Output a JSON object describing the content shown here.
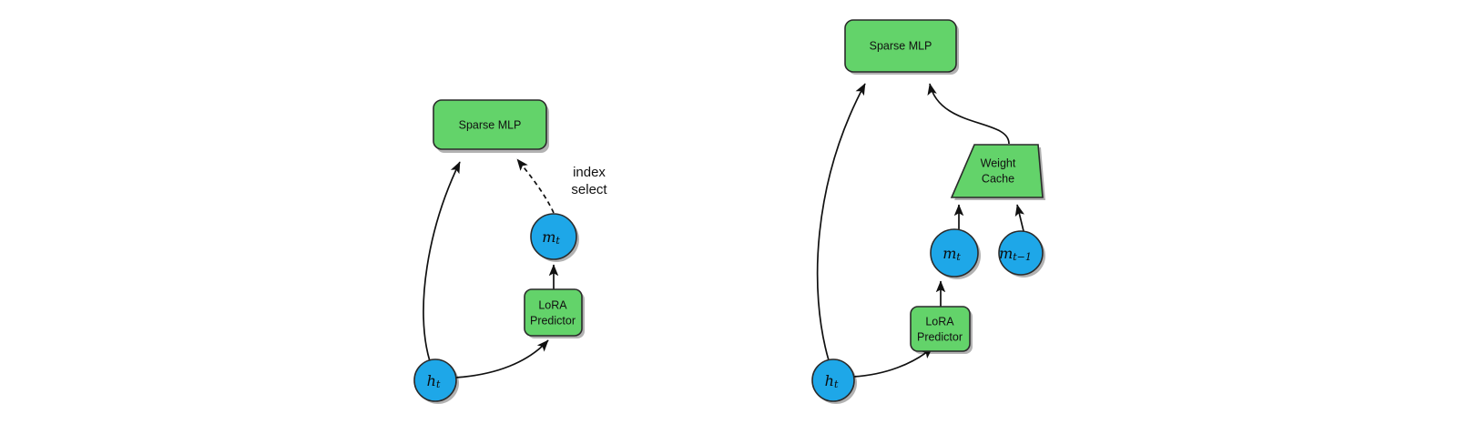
{
  "figure": {
    "title": "",
    "background_color": "#ffffff",
    "palette": {
      "node_green": "#63d36a",
      "node_blue": "#1ea7e8",
      "stroke": "#2b2b2b",
      "edge": "#111111",
      "text": "#111111"
    }
  },
  "panels": [
    {
      "id": "left-panel",
      "name": "lora-index-select-panel",
      "nodes": [
        {
          "id": "l-sparse-mlp",
          "type": "rounded-rect",
          "label": "Sparse MLP",
          "color": "#63d36a"
        },
        {
          "id": "l-mt",
          "type": "circle",
          "label_main": "m",
          "label_sub": "t",
          "color": "#1ea7e8"
        },
        {
          "id": "l-lora-predictor",
          "type": "rounded-rect",
          "label_line1": "LoRA",
          "label_line2": "Predictor",
          "color": "#63d36a"
        },
        {
          "id": "l-ht",
          "type": "circle",
          "label_main": "h",
          "label_sub": "t",
          "color": "#1ea7e8"
        }
      ],
      "annotations": [
        {
          "id": "l-index-select",
          "line1": "index",
          "line2": "select"
        }
      ],
      "edges": [
        {
          "from": "l-ht",
          "to": "l-sparse-mlp",
          "style": "solid-curved",
          "arrow": true
        },
        {
          "from": "l-ht",
          "to": "l-lora-predictor",
          "style": "solid-curved",
          "arrow": true
        },
        {
          "from": "l-lora-predictor",
          "to": "l-mt",
          "style": "solid-straight",
          "arrow": true
        },
        {
          "from": "l-mt",
          "to": "l-sparse-mlp",
          "style": "dashed-curved",
          "arrow": true,
          "label": "index select"
        }
      ]
    },
    {
      "id": "right-panel",
      "name": "weight-cache-panel",
      "nodes": [
        {
          "id": "r-sparse-mlp",
          "type": "rounded-rect",
          "label": "Sparse MLP",
          "color": "#63d36a"
        },
        {
          "id": "r-weight-cache",
          "type": "trapezoid",
          "label_line1": "Weight",
          "label_line2": "Cache",
          "color": "#63d36a"
        },
        {
          "id": "r-mt",
          "type": "circle",
          "label_main": "m",
          "label_sub": "t",
          "color": "#1ea7e8"
        },
        {
          "id": "r-mt-minus-1",
          "type": "circle",
          "label_main": "m",
          "label_sub": "t−1",
          "color": "#1ea7e8"
        },
        {
          "id": "r-lora-predictor",
          "type": "rounded-rect",
          "label_line1": "LoRA",
          "label_line2": "Predictor",
          "color": "#63d36a"
        },
        {
          "id": "r-ht",
          "type": "circle",
          "label_main": "h",
          "label_sub": "t",
          "color": "#1ea7e8"
        }
      ],
      "annotations": [],
      "edges": [
        {
          "from": "r-ht",
          "to": "r-sparse-mlp",
          "style": "solid-curved",
          "arrow": true
        },
        {
          "from": "r-ht",
          "to": "r-lora-predictor",
          "style": "solid-curved",
          "arrow": true
        },
        {
          "from": "r-lora-predictor",
          "to": "r-mt",
          "style": "solid-straight",
          "arrow": true
        },
        {
          "from": "r-mt",
          "to": "r-weight-cache",
          "style": "solid-straight",
          "arrow": true
        },
        {
          "from": "r-mt-minus-1",
          "to": "r-weight-cache",
          "style": "solid-straight",
          "arrow": true
        },
        {
          "from": "r-weight-cache",
          "to": "r-sparse-mlp",
          "style": "solid-s-curve",
          "arrow": true
        }
      ]
    }
  ],
  "text": {
    "sparse_mlp": "Sparse MLP",
    "weight_cache_l1": "Weight",
    "weight_cache_l2": "Cache",
    "lora_l1": "LoRA",
    "lora_l2": "Predictor",
    "index": "index",
    "select": "select",
    "m": "m",
    "h": "h",
    "sub_t": "t",
    "sub_t_minus_1": "t−1"
  }
}
